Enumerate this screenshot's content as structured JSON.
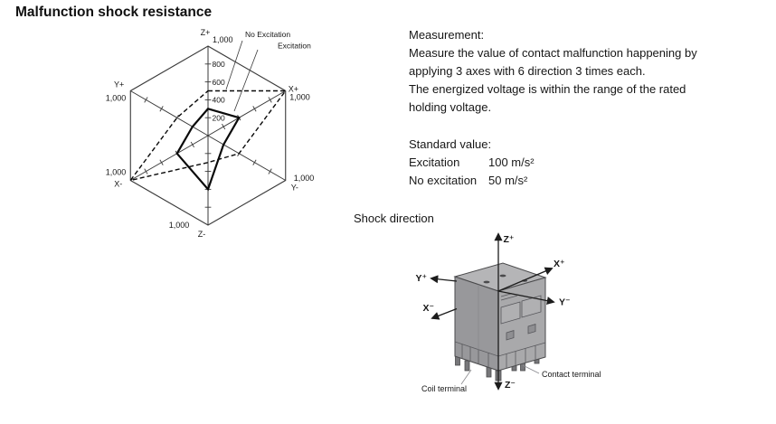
{
  "page_title": "Malfunction shock resistance",
  "chart_data": {
    "type": "radar",
    "title": "Malfunction shock resistance",
    "axes": [
      "Z+",
      "X+",
      "Y-",
      "Z-",
      "X-",
      "Y+"
    ],
    "max": 1000,
    "tick_interval": 200,
    "tick_labels": [
      "200",
      "400",
      "600",
      "800"
    ],
    "axis_end_label": "1,000",
    "unit": "m/s²",
    "grid": "hexagon-outline-only",
    "legend_position": "top-right",
    "series": [
      {
        "name": "No Excitation",
        "line_style": "dashed",
        "values": {
          "Z+": 500,
          "X+": 1000,
          "Y-": 400,
          "Z-": 300,
          "X-": 1000,
          "Y+": 400
        }
      },
      {
        "name": "Excitation",
        "line_style": "solid",
        "values": {
          "Z+": 300,
          "X+": 400,
          "Y-": 200,
          "Z-": 600,
          "X-": 400,
          "Y+": 200
        }
      }
    ]
  },
  "measurement": {
    "heading": "Measurement:",
    "lines": [
      "Measure the value of contact malfunction happening by",
      "applying 3 axes with 6 direction 3 times each.",
      "The energized voltage is within the range of the rated",
      "holding voltage."
    ]
  },
  "standard": {
    "heading": "Standard value:",
    "rows": [
      {
        "label": "Excitation",
        "value": "100 m/s²"
      },
      {
        "label": "No excitation",
        "value": "50 m/s²"
      }
    ]
  },
  "shock_direction": {
    "heading": "Shock direction",
    "axes": {
      "z_plus": "Z⁺",
      "x_plus": "X⁺",
      "y_plus": "Y⁺",
      "x_minus": "X⁻",
      "y_minus": "Y⁻",
      "z_minus": "Z⁻"
    },
    "coil_terminal_label": "Coil terminal",
    "contact_terminal_label": "Contact terminal"
  },
  "colors": {
    "ink": "#161616",
    "line": "#3a3a3a",
    "relay_top": "#b5b5b7",
    "relay_left": "#98989b",
    "relay_right": "#a9a9ab",
    "relay_edge": "#4a4a4c",
    "pin": "#77777a"
  }
}
